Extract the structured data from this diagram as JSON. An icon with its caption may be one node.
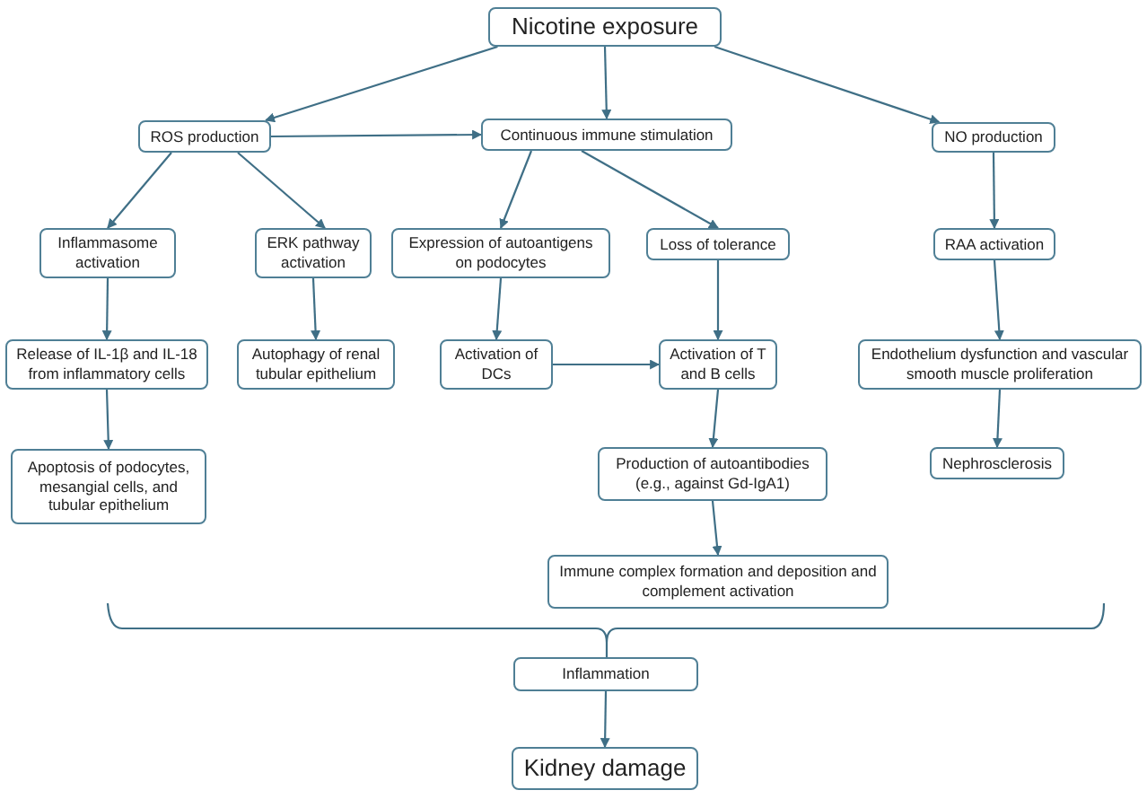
{
  "diagram": {
    "nodes": [
      {
        "text": [
          "Nicotine exposure"
        ]
      },
      {
        "text": [
          "ROS production"
        ]
      },
      {
        "text": [
          "Continuous immune stimulation"
        ]
      },
      {
        "text": [
          "NO production"
        ]
      },
      {
        "text": [
          "Inflammasome activation"
        ]
      },
      {
        "text": [
          "ERK pathway activation"
        ]
      },
      {
        "text": [
          "Expression of autoantigens on podocytes"
        ]
      },
      {
        "text": [
          "Loss of tolerance"
        ]
      },
      {
        "text": [
          "RAA activation"
        ]
      },
      {
        "text": [
          "Release of IL-1β and IL-18 from inflammatory cells"
        ]
      },
      {
        "text": [
          "Autophagy of renal tubular epithelium"
        ]
      },
      {
        "text": [
          "Activation of DCs"
        ]
      },
      {
        "text": [
          "Activation of T and B cells"
        ]
      },
      {
        "text": [
          "Endothelium dysfunction and vascular smooth muscle proliferation"
        ]
      },
      {
        "text": [
          "Apoptosis of podocytes, mesangial cells, and tubular epithelium"
        ]
      },
      {
        "text": [
          "Production of autoantibodies (e.g., against Gd-IgA1)"
        ]
      },
      {
        "text": [
          "Nephrosclerosis"
        ]
      },
      {
        "text": [
          "Immune complex formation and deposition and complement activation"
        ]
      },
      {
        "text": [
          "Inflammation"
        ]
      },
      {
        "text": [
          "Kidney damage"
        ]
      }
    ],
    "edges": [
      {
        "from": 0,
        "to": 1,
        "arrow": "to"
      },
      {
        "from": 0,
        "to": 2,
        "arrow": "to"
      },
      {
        "from": 0,
        "to": 3,
        "arrow": "to"
      },
      {
        "from": 1,
        "to": 2,
        "arrow": "to"
      },
      {
        "from": 1,
        "to": 4,
        "arrow": "to"
      },
      {
        "from": 1,
        "to": 5,
        "arrow": "to"
      },
      {
        "from": 2,
        "to": 6,
        "arrow": "to"
      },
      {
        "from": 2,
        "to": 7,
        "arrow": "to"
      },
      {
        "from": 3,
        "to": 8,
        "arrow": "to"
      },
      {
        "from": 4,
        "to": 9,
        "arrow": "to"
      },
      {
        "from": 5,
        "to": 10,
        "arrow": "to"
      },
      {
        "from": 6,
        "to": 11,
        "arrow": "to"
      },
      {
        "from": 7,
        "to": 12,
        "arrow": "to"
      },
      {
        "from": 11,
        "to": 12,
        "arrow": "to"
      },
      {
        "from": 8,
        "to": 13,
        "arrow": "to"
      },
      {
        "from": 9,
        "to": 14,
        "arrow": "to"
      },
      {
        "from": 12,
        "to": 15,
        "arrow": "to"
      },
      {
        "from": 13,
        "to": 16,
        "arrow": "to"
      },
      {
        "from": 15,
        "to": 17,
        "arrow": "to"
      },
      {
        "from": 18,
        "to": 19,
        "arrow": "to"
      }
    ]
  }
}
